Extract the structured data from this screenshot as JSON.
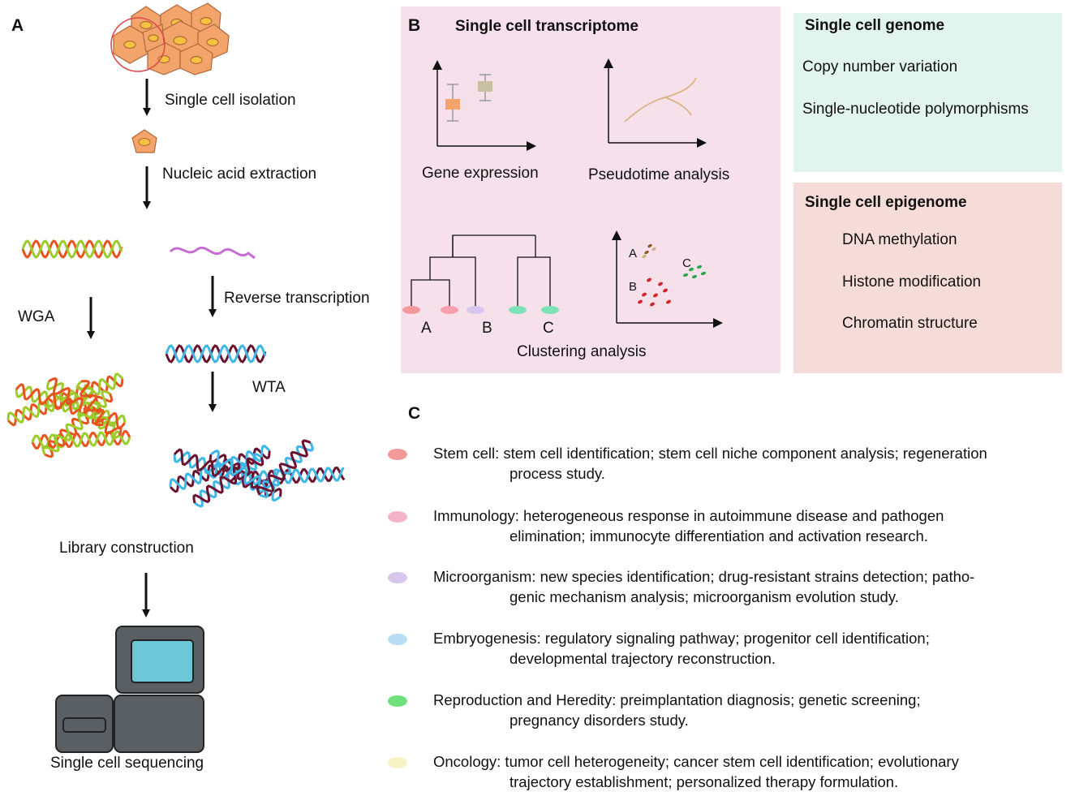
{
  "panelA": {
    "letter": "A",
    "steps": {
      "isolation": "Single cell isolation",
      "extraction": "Nucleic acid extraction",
      "reverse_transcription": "Reverse transcription",
      "wga": "WGA",
      "wta": "WTA",
      "library": "Library construction",
      "sequencing": "Single cell sequencing"
    }
  },
  "panelB": {
    "letter": "B",
    "title": "Single cell transcriptome",
    "gene_expression": "Gene expression",
    "pseudotime": "Pseudotime analysis",
    "clustering": "Clustering analysis",
    "cluster_leaves": [
      "A",
      "B",
      "C"
    ],
    "scatter_labels": [
      "A",
      "B",
      "C"
    ]
  },
  "genome": {
    "title": "Single cell genome",
    "items": [
      "Copy number variation",
      "Single-nucleotide polymorphisms"
    ]
  },
  "epigenome": {
    "title": "Single cell epigenome",
    "items": [
      "DNA methylation",
      "Histone modification",
      "Chromatin structure"
    ]
  },
  "panelC": {
    "letter": "C",
    "applications": [
      {
        "line1": "Stem cell: stem cell identification; stem cell niche component analysis; regeneration",
        "line2": "process study.",
        "color": "#f29a9a"
      },
      {
        "line1": "Immunology: heterogeneous response in autoimmune disease and pathogen",
        "line2": "elimination; immunocyte differentiation and activation research.",
        "color": "#f5b3c8"
      },
      {
        "line1": "Microorganism: new species identification; drug-resistant strains detection; patho-",
        "line2": "genic mechanism analysis;  microorganism evolution study.",
        "color": "#d9c6ee"
      },
      {
        "line1": "Embryogenesis: regulatory signaling pathway; progenitor cell identification;",
        "line2": "developmental trajectory reconstruction.",
        "color": "#b9ddf3"
      },
      {
        "line1": "Reproduction and Heredity: preimplantation diagnosis; genetic screening;",
        "line2": "pregnancy disorders study.",
        "color": "#6ee07e"
      },
      {
        "line1": "Oncology: tumor cell heterogeneity; cancer stem cell identification; evolutionary",
        "line2": "trajectory establishment; personalized therapy formulation.",
        "color": "#f5f3c6"
      }
    ]
  },
  "colors": {
    "cell_fill": "#f2a46b",
    "cell_nucleus": "#f5c240",
    "dna_orange": "#e8531f",
    "dna_green": "#9ccc2c",
    "dna_maroon": "#6b1230",
    "dna_blue": "#3fb6e8",
    "rna": "#c46ed0",
    "screen": "#6cc7d6",
    "computer": "#595f63"
  }
}
